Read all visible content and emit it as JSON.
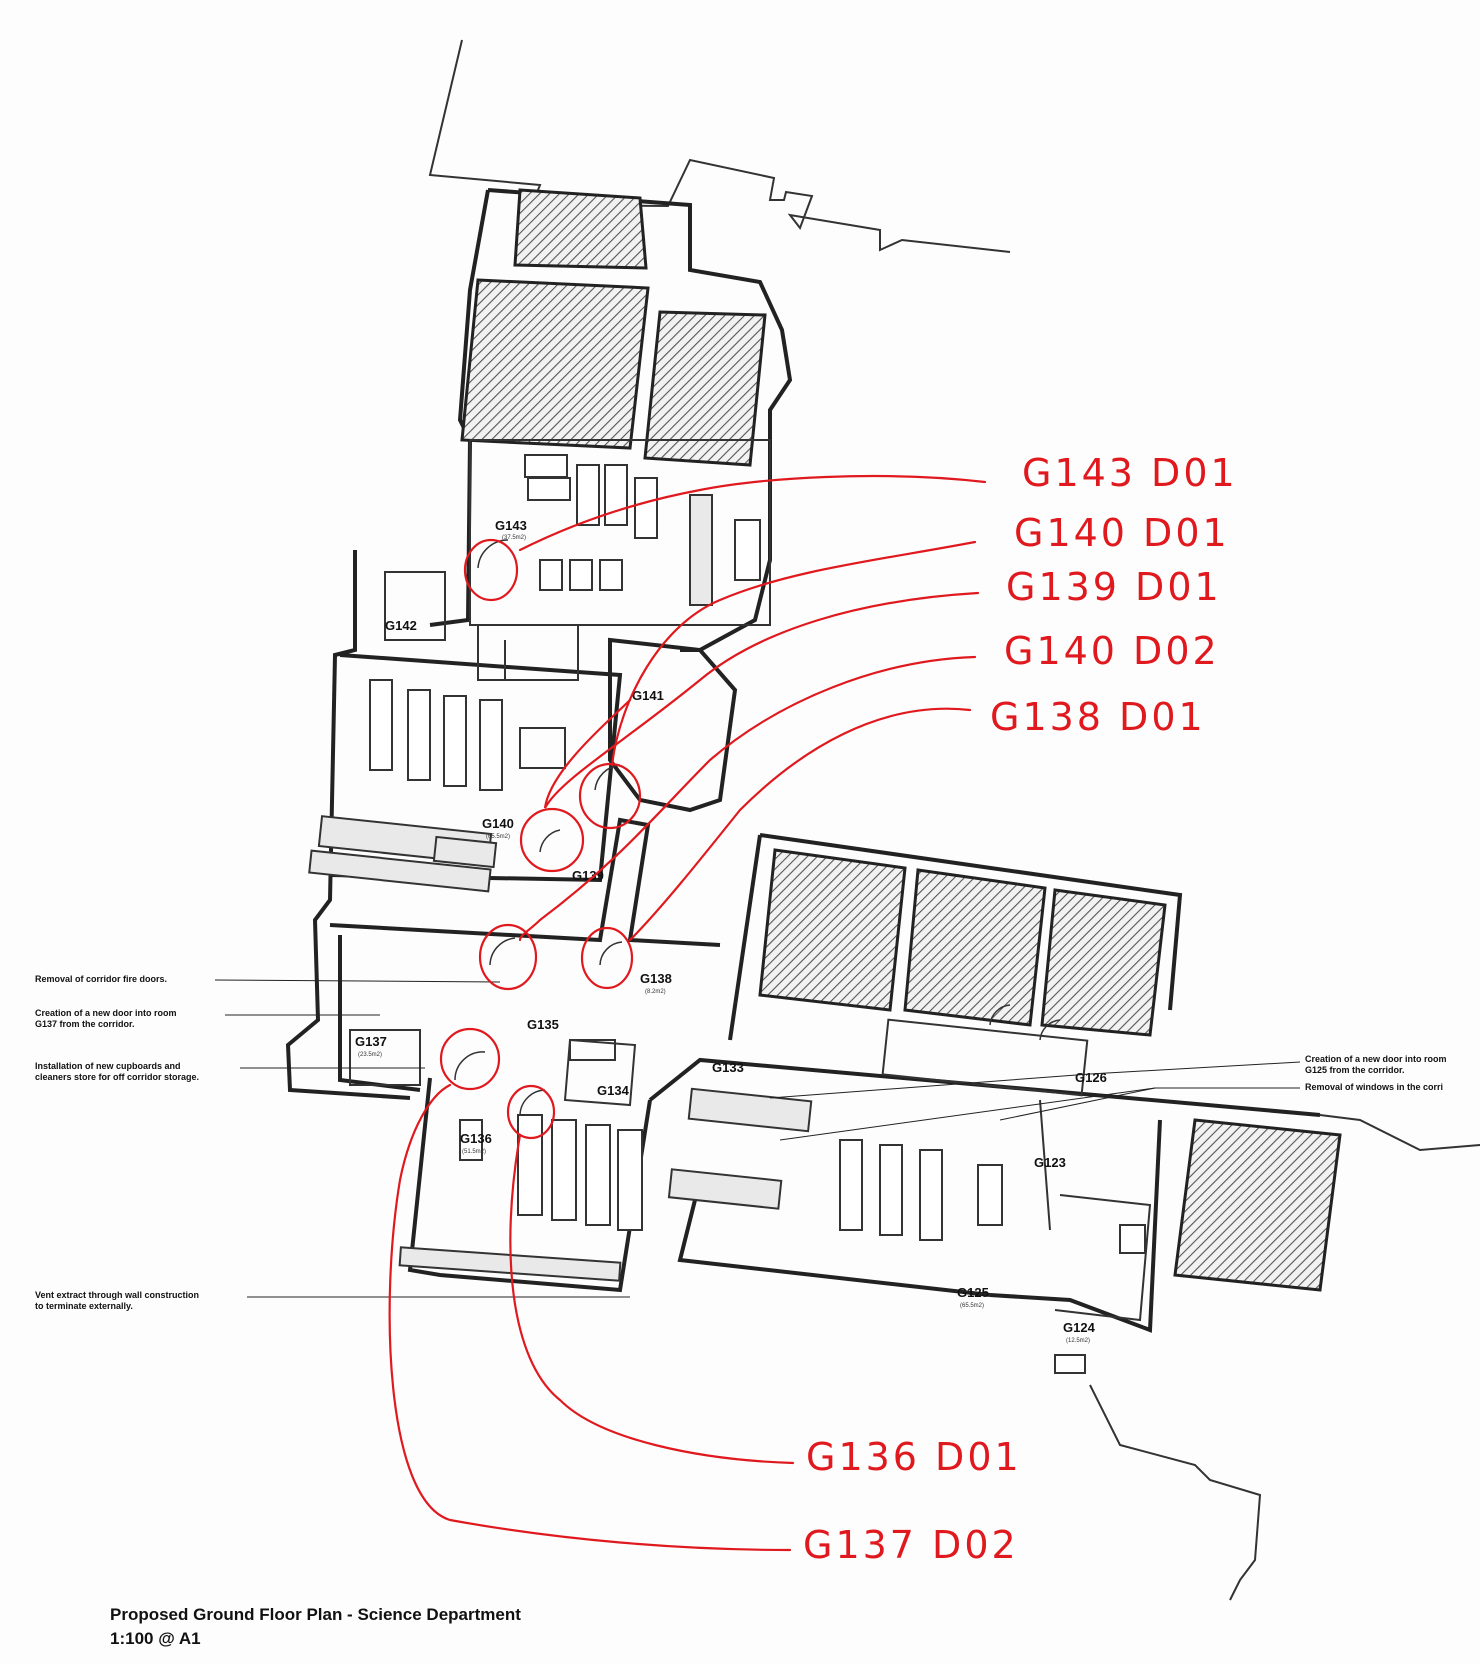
{
  "drawing": {
    "title": "Proposed Ground Floor Plan - Science Department",
    "scale": "1:100 @ A1"
  },
  "rooms": [
    {
      "id": "G143",
      "label": "G143",
      "area": "(37.5m2)"
    },
    {
      "id": "G142",
      "label": "G142",
      "area": ""
    },
    {
      "id": "G141",
      "label": "G141",
      "area": ""
    },
    {
      "id": "G140",
      "label": "G140",
      "area": "(65.5m2)"
    },
    {
      "id": "G139",
      "label": "G139",
      "area": ""
    },
    {
      "id": "G138",
      "label": "G138",
      "area": "(8.2m2)"
    },
    {
      "id": "G137",
      "label": "G137",
      "area": "(23.5m2)"
    },
    {
      "id": "G136",
      "label": "G136",
      "area": "(51.5m2)"
    },
    {
      "id": "G135",
      "label": "G135",
      "area": ""
    },
    {
      "id": "G134",
      "label": "G134",
      "area": ""
    },
    {
      "id": "G133",
      "label": "G133",
      "area": ""
    },
    {
      "id": "G126",
      "label": "G126",
      "area": ""
    },
    {
      "id": "G125",
      "label": "G125",
      "area": "(65.5m2)"
    },
    {
      "id": "G124",
      "label": "G124",
      "area": "(12.5m2)"
    },
    {
      "id": "G123",
      "label": "G123",
      "area": ""
    }
  ],
  "notes": {
    "left": [
      {
        "lines": [
          "Removal of corridor fire doors."
        ]
      },
      {
        "lines": [
          "Creation of a new door into room",
          "G137 from the corridor."
        ]
      },
      {
        "lines": [
          "Installation of new cupboards and",
          "cleaners store for off corridor storage."
        ]
      },
      {
        "lines": [
          "Vent extract through wall construction",
          "to terminate externally."
        ]
      }
    ],
    "right": [
      {
        "lines": [
          "Creation of a new door into room",
          "G125 from the corridor."
        ]
      },
      {
        "lines": [
          "Removal of windows in the corri"
        ]
      }
    ]
  },
  "door_tags": [
    {
      "id": "g143-d01",
      "text": "G143 D01"
    },
    {
      "id": "g140-d01",
      "text": "G140 D01"
    },
    {
      "id": "g139-d01",
      "text": "G139 D01"
    },
    {
      "id": "g140-d02",
      "text": "G140 D02"
    },
    {
      "id": "g138-d01",
      "text": "G138 D01"
    },
    {
      "id": "g136-d01",
      "text": "G136 D01"
    },
    {
      "id": "g137-d02",
      "text": "G137 D02"
    }
  ],
  "colors": {
    "annotation_red": "#e0191e",
    "wall": "#222222",
    "hatch": "#555555"
  }
}
